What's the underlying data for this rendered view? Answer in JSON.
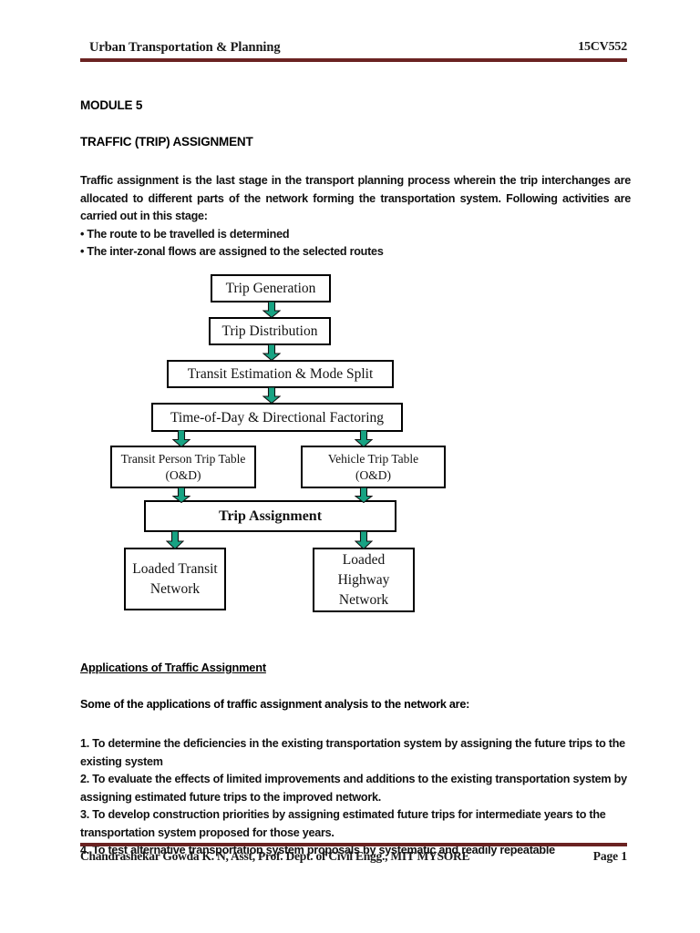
{
  "header": {
    "title": "Urban Transportation & Planning",
    "course_code": "15CV552",
    "rule_color": "#6b2322"
  },
  "body": {
    "module_heading": "MODULE 5",
    "topic_heading": "TRAFFIC (TRIP) ASSIGNMENT",
    "intro_paragraph": "Traffic assignment is the last stage in the transport planning process wherein the trip interchanges are allocated to different parts of the network forming the transportation system. Following activities are carried out in this stage:",
    "bullets": [
      "• The route to be travelled is determined",
      "• The inter-zonal flows are assigned to the selected routes"
    ]
  },
  "flowchart": {
    "arrow_color": "#18a383",
    "arrow_outline": "#111111",
    "box_border_color": "#000000",
    "boxes": [
      {
        "id": "trip-generation",
        "label": "Trip Generation"
      },
      {
        "id": "trip-distribution",
        "label": "Trip Distribution"
      },
      {
        "id": "transit-estimation-mode-split",
        "label": "Transit Estimation & Mode Split"
      },
      {
        "id": "time-of-day-directional-factoring",
        "label": "Time-of-Day & Directional Factoring"
      },
      {
        "id": "transit-person-trip-table",
        "label": "Transit Person Trip Table",
        "label2": "(O&D)"
      },
      {
        "id": "vehicle-trip-table",
        "label": "Vehicle Trip Table",
        "label2": "(O&D)"
      },
      {
        "id": "trip-assignment",
        "label": "Trip Assignment"
      },
      {
        "id": "loaded-transit-network",
        "label": "Loaded Transit",
        "label2": "Network"
      },
      {
        "id": "loaded-highway-network",
        "label": "Loaded",
        "label2": "Highway",
        "label3": "Network"
      }
    ]
  },
  "applications": {
    "section_heading": "Applications of Traffic Assignment",
    "lead_text": "Some of the applications of traffic assignment analysis to the network are:",
    "items": [
      "1. To determine the deficiencies in the existing transportation system by assigning the future trips to the existing system",
      "2. To evaluate the effects of limited improvements and additions to the existing transportation system by assigning estimated future trips to the improved network.",
      "3. To develop construction priorities by assigning estimated future trips for intermediate years to the transportation system proposed for those years.",
      "4. To test alternative transportation system proposals by systematic and readily repeatable"
    ]
  },
  "footer": {
    "author_line": "Chandrashekar Gowda K. N, Asst, Prof. Dept. of Civil Engg., MIT MYSORE",
    "page_label": "Page 1",
    "rule_color": "#6b2322"
  }
}
